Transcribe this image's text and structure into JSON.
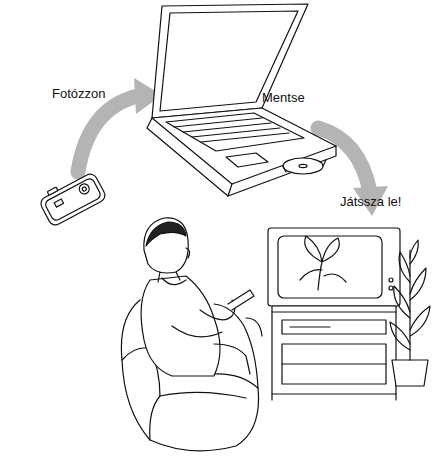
{
  "diagram": {
    "labels": [
      "Fotózzon",
      "Mentse",
      "Játssza le!"
    ]
  }
}
